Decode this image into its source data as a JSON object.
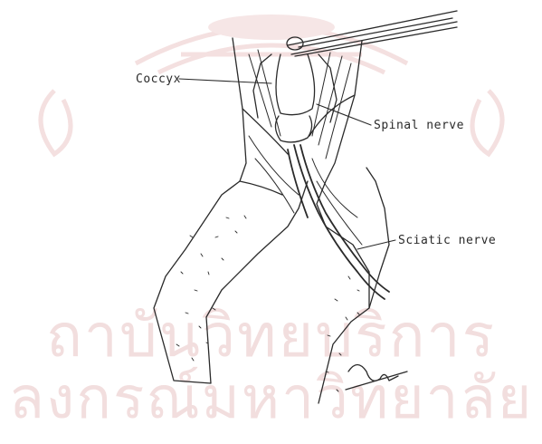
{
  "watermark": {
    "line1": "ถาบันวิทยบริการ",
    "line2": "ลงกรณ์มหาวิทยาลัย",
    "color": "#f2dede"
  },
  "labels": {
    "coccyx": "Coccyx",
    "spinal_nerve": "Spinal nerve",
    "sciatic_nerve": "Sciatic nerve"
  },
  "signature": {
    "text": "ปัจฉิ"
  },
  "colors": {
    "ink": "#2a2a2a",
    "background": "#ffffff"
  }
}
